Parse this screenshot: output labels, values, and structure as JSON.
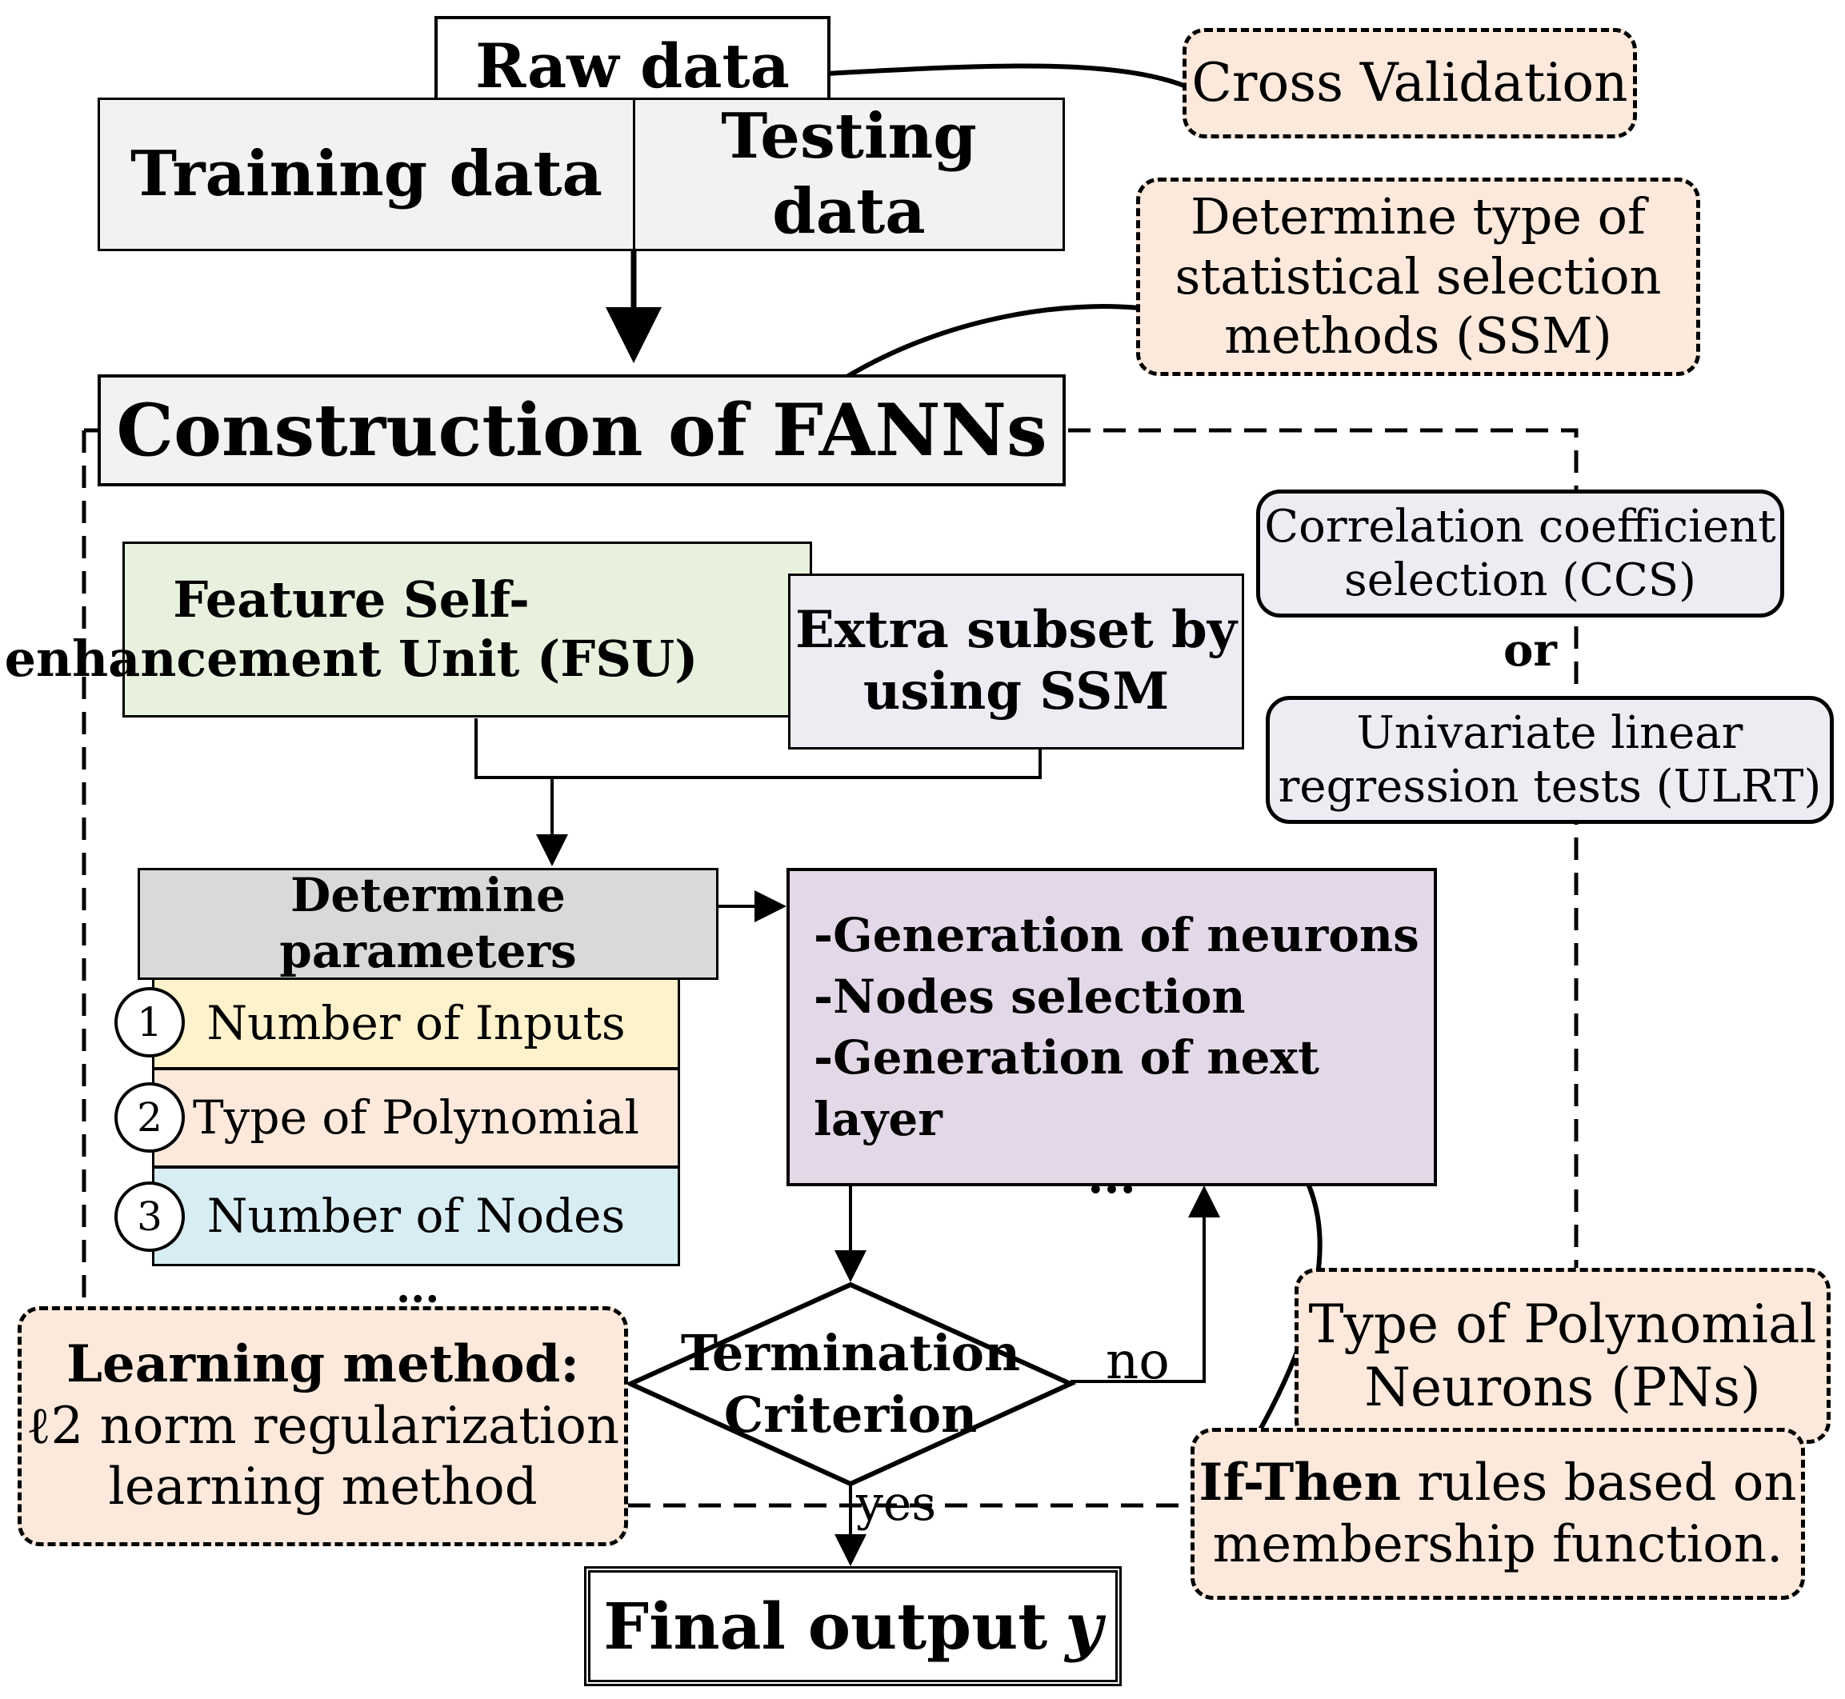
{
  "raw_data": "Raw data",
  "training_data": "Training data",
  "testing_data": "Testing data",
  "cross_validation": "Cross Validation",
  "determine_ssm": [
    "Determine type of",
    "statistical selection",
    "methods (SSM)"
  ],
  "construction": "Construction of FANNs",
  "fsu": [
    "Feature Self-",
    "enhancement Unit (FSU)"
  ],
  "extra_subset": [
    "Extra subset by",
    "using SSM"
  ],
  "ccs": [
    "Correlation coefficient",
    "selection (CCS)"
  ],
  "or": "or",
  "ulrt": [
    "Univariate linear",
    "regression tests (ULRT)"
  ],
  "determine_params": "Determine parameters",
  "params": [
    {
      "num": "1",
      "label": "Number of Inputs"
    },
    {
      "num": "2",
      "label": "Type of Polynomial"
    },
    {
      "num": "3",
      "label": "Number of Nodes"
    }
  ],
  "params_more": "...",
  "process_steps": [
    "-Generation of neurons",
    "-Nodes selection",
    "-Generation of next layer",
    "..."
  ],
  "learning": {
    "heading": "Learning method:",
    "lines": [
      "ℓ2 norm regularization",
      "learning method"
    ]
  },
  "termination": [
    "Termination",
    "Criterion"
  ],
  "no": "no",
  "yes": "yes",
  "pn_type": [
    "Type of Polynomial",
    "Neurons (PNs)"
  ],
  "if_then": {
    "bold": "If-Then",
    "rest": " rules based on",
    "line2": "membership function."
  },
  "final_output": {
    "text": "Final output",
    "var": "y"
  },
  "colors": {
    "peach": "#fde9dc",
    "grey": "#f2f2f2",
    "lavender": "#efebf3",
    "green": "#e8f1de",
    "yellow": "#fdf2cc",
    "pink": "#fde9dc",
    "cyan": "#d8edf3",
    "purple": "#e3d8e8",
    "params_grey": "#d9d9d9"
  }
}
